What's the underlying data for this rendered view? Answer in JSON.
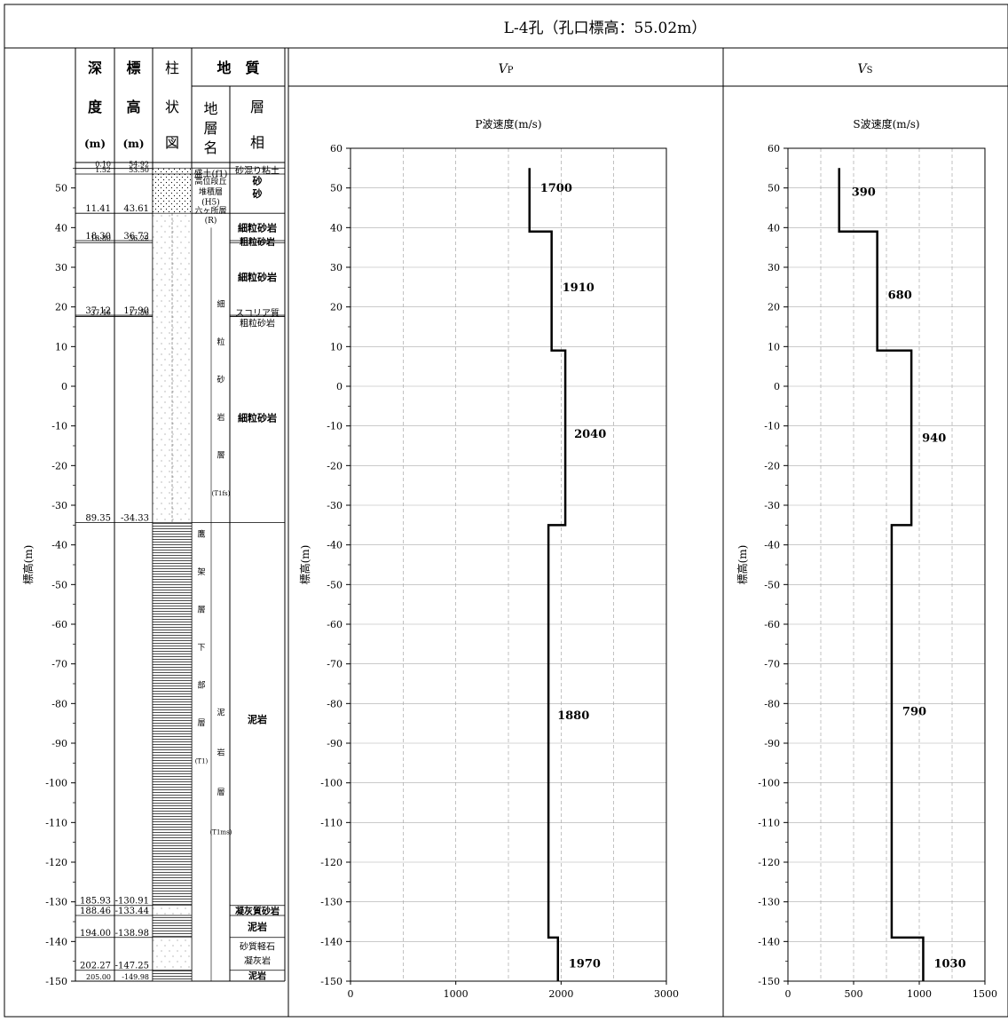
{
  "title": "L-4孔（孔口標高：55.02m）",
  "log": {
    "headers": {
      "depth": [
        "深",
        "度",
        "(m)"
      ],
      "elev": [
        "標",
        "高",
        "(m)"
      ],
      "column": [
        "柱",
        "状",
        "図"
      ],
      "geology": "地　質",
      "formation": [
        "地",
        "層",
        "名"
      ],
      "facies": [
        "層",
        "相"
      ]
    },
    "elev_axis_label": "標高(m)",
    "depth_labels": [
      "0.10",
      "1.52",
      "11.41",
      "18.30",
      "18.80",
      "37.12",
      "37.46",
      "89.35",
      "185.93",
      "188.46",
      "194.00",
      "202.27",
      "205.00"
    ],
    "elev_labels": [
      "54.92",
      "53.50",
      "43.61",
      "36.72",
      "36.22",
      "17.90",
      "17.56",
      "-34.33",
      "-130.91",
      "-133.44",
      "-138.98",
      "-147.25",
      "-149.98"
    ],
    "formations": [
      {
        "text": "盛土(f1)"
      },
      {
        "text": "高位段丘"
      },
      {
        "text": "堆積層"
      },
      {
        "text": "(H5)"
      },
      {
        "text": "六ヶ所層"
      },
      {
        "text": "(R)"
      }
    ],
    "formation_vertical_1": [
      "細",
      "粒",
      "砂",
      "岩",
      "層",
      "(T1fs)"
    ],
    "formation_vertical_2": [
      "鷹",
      "架",
      "層",
      "下",
      "部",
      "層",
      "(T1)"
    ],
    "formation_vertical_3": [
      "泥",
      "岩",
      "層",
      "(T1ms)"
    ],
    "facies": [
      {
        "text": "砂混り粘土"
      },
      {
        "text": "砂"
      },
      {
        "text": "砂"
      },
      {
        "text": "細粒砂岩"
      },
      {
        "text": "粗粒砂岩"
      },
      {
        "text": "細粒砂岩"
      },
      {
        "text": "スコリア質"
      },
      {
        "text": "粗粒砂岩"
      },
      {
        "text": "細粒砂岩"
      },
      {
        "text": "泥岩"
      },
      {
        "text": "凝灰質砂岩"
      },
      {
        "text": "泥岩"
      },
      {
        "text": "砂質軽石"
      },
      {
        "text": "凝灰岩"
      },
      {
        "text": "泥岩"
      }
    ]
  },
  "panels": {
    "vp_header": "VP",
    "vs_header": "VS",
    "elev_axis_label": "標高(m)"
  },
  "chart_data": [
    {
      "type": "line",
      "title": "P波速度(m/s)",
      "xlabel": "",
      "ylabel": "標高(m)",
      "xlim": [
        0,
        3000
      ],
      "ylim": [
        -150,
        60
      ],
      "xticks": [
        0,
        1000,
        2000,
        3000
      ],
      "yticks": [
        60,
        50,
        40,
        30,
        20,
        10,
        0,
        -10,
        -20,
        -30,
        -40,
        -50,
        -60,
        -70,
        -80,
        -90,
        -100,
        -110,
        -120,
        -130,
        -140,
        -150
      ],
      "grid": true,
      "layers": [
        {
          "top": 55.02,
          "bottom": 39,
          "value": 1700
        },
        {
          "top": 39,
          "bottom": 9,
          "value": 1910
        },
        {
          "top": 9,
          "bottom": -35,
          "value": 2040
        },
        {
          "top": -35,
          "bottom": -139,
          "value": 1880
        },
        {
          "top": -139,
          "bottom": -150,
          "value": 1970
        }
      ]
    },
    {
      "type": "line",
      "title": "S波速度(m/s)",
      "xlabel": "",
      "ylabel": "標高(m)",
      "xlim": [
        0,
        1500
      ],
      "ylim": [
        -150,
        60
      ],
      "xticks": [
        0,
        500,
        1000,
        1500
      ],
      "yticks": [
        60,
        50,
        40,
        30,
        20,
        10,
        0,
        -10,
        -20,
        -30,
        -40,
        -50,
        -60,
        -70,
        -80,
        -90,
        -100,
        -110,
        -120,
        -130,
        -140,
        -150
      ],
      "grid": true,
      "layers": [
        {
          "top": 55.02,
          "bottom": 39,
          "value": 390
        },
        {
          "top": 39,
          "bottom": 9,
          "value": 680
        },
        {
          "top": 9,
          "bottom": -35,
          "value": 940
        },
        {
          "top": -35,
          "bottom": -139,
          "value": 790
        },
        {
          "top": -139,
          "bottom": -150,
          "value": 1030
        }
      ]
    }
  ]
}
